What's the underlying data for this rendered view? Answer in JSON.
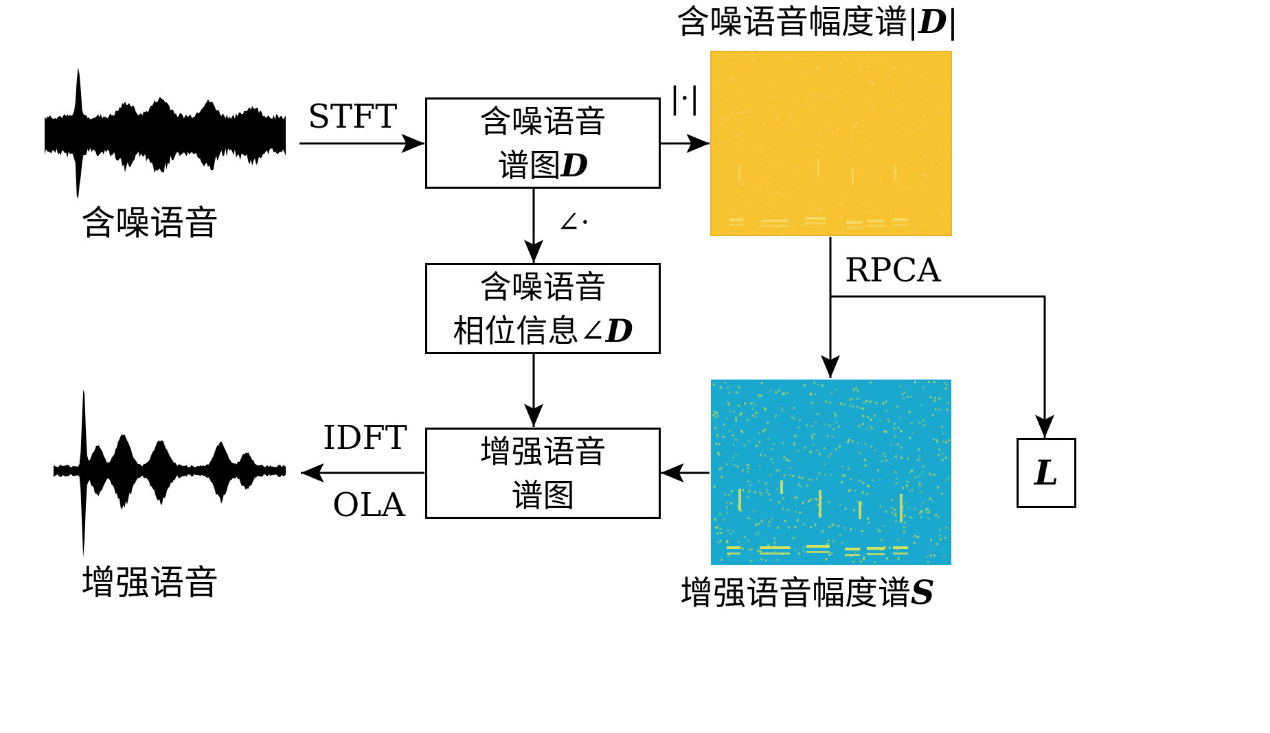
{
  "waveforms": {
    "noisy_label": "含噪语音",
    "enhanced_label": "增强语音"
  },
  "edges": {
    "stft": "STFT",
    "abs": "|·|",
    "angle": "∠·",
    "rpca": "RPCA",
    "idft": "IDFT",
    "ola": "OLA"
  },
  "boxes": {
    "noisy_spectrum": {
      "line1": "含噪语音",
      "line2_text": "谱图",
      "line2_var": "D"
    },
    "noisy_phase": {
      "line1": "含噪语音",
      "line2_text": "相位信息∠",
      "line2_var": "D"
    },
    "enhanced_spectrum": {
      "line1": "增强语音",
      "line2": "谱图"
    },
    "low_rank": {
      "var": "L"
    }
  },
  "spectrograms": {
    "noisy_magnitude": {
      "title_text": "含噪语音幅度谱|",
      "title_var": "D",
      "title_end": "|"
    },
    "enhanced_magnitude": {
      "title_text": "增强语音幅度谱",
      "title_var": "S"
    }
  },
  "colors": {
    "noisy_spectrogram": "#f7c331",
    "noisy_spectrogram_edge": "#e9b52a",
    "enhanced_spectrogram": "#1aa8cf",
    "spectrogram_speckle": "#c9d84a",
    "line": "#000000"
  }
}
